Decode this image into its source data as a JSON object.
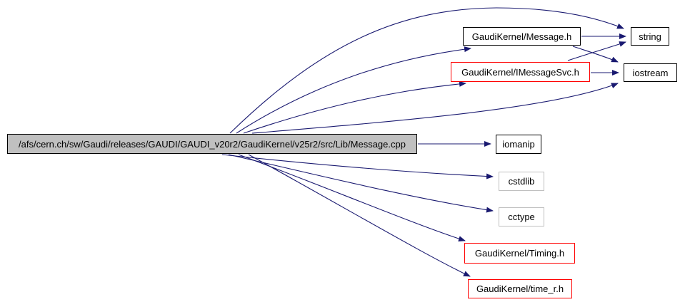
{
  "diagram": {
    "kind": "include-dependency-graph",
    "background_color": "#ffffff",
    "edge_color": "#191970",
    "node_border_default": "#000000",
    "node_border_truncated": "#ff0000",
    "node_border_external": "#c0c0c0",
    "main_node_fill": "#c0c0c0"
  },
  "nodes": {
    "main": {
      "label": "/afs/cern.ch/sw/Gaudi/releases/GAUDI/GAUDI_v20r2/GaudiKernel/v25r2/src/Lib/Message.cpp"
    },
    "message_h": {
      "label": "GaudiKernel/Message.h"
    },
    "imessagesvc_h": {
      "label": "GaudiKernel/IMessageSvc.h"
    },
    "string": {
      "label": "string"
    },
    "iostream": {
      "label": "iostream"
    },
    "iomanip": {
      "label": "iomanip"
    },
    "cstdlib": {
      "label": "cstdlib"
    },
    "cctype": {
      "label": "cctype"
    },
    "timing_h": {
      "label": "GaudiKernel/Timing.h"
    },
    "time_r_h": {
      "label": "GaudiKernel/time_r.h"
    }
  },
  "edges": [
    {
      "from": "/afs/cern.ch/sw/Gaudi/releases/GAUDI/GAUDI_v20r2/GaudiKernel/v25r2/src/Lib/Message.cpp",
      "to": "string"
    },
    {
      "from": "/afs/cern.ch/sw/Gaudi/releases/GAUDI/GAUDI_v20r2/GaudiKernel/v25r2/src/Lib/Message.cpp",
      "to": "GaudiKernel/Message.h"
    },
    {
      "from": "/afs/cern.ch/sw/Gaudi/releases/GAUDI/GAUDI_v20r2/GaudiKernel/v25r2/src/Lib/Message.cpp",
      "to": "GaudiKernel/IMessageSvc.h"
    },
    {
      "from": "/afs/cern.ch/sw/Gaudi/releases/GAUDI/GAUDI_v20r2/GaudiKernel/v25r2/src/Lib/Message.cpp",
      "to": "iostream"
    },
    {
      "from": "/afs/cern.ch/sw/Gaudi/releases/GAUDI/GAUDI_v20r2/GaudiKernel/v25r2/src/Lib/Message.cpp",
      "to": "iomanip"
    },
    {
      "from": "/afs/cern.ch/sw/Gaudi/releases/GAUDI/GAUDI_v20r2/GaudiKernel/v25r2/src/Lib/Message.cpp",
      "to": "cstdlib"
    },
    {
      "from": "/afs/cern.ch/sw/Gaudi/releases/GAUDI/GAUDI_v20r2/GaudiKernel/v25r2/src/Lib/Message.cpp",
      "to": "cctype"
    },
    {
      "from": "/afs/cern.ch/sw/Gaudi/releases/GAUDI/GAUDI_v20r2/GaudiKernel/v25r2/src/Lib/Message.cpp",
      "to": "GaudiKernel/Timing.h"
    },
    {
      "from": "/afs/cern.ch/sw/Gaudi/releases/GAUDI/GAUDI_v20r2/GaudiKernel/v25r2/src/Lib/Message.cpp",
      "to": "GaudiKernel/time_r.h"
    },
    {
      "from": "GaudiKernel/Message.h",
      "to": "string"
    },
    {
      "from": "GaudiKernel/Message.h",
      "to": "iostream"
    },
    {
      "from": "GaudiKernel/IMessageSvc.h",
      "to": "string"
    },
    {
      "from": "GaudiKernel/IMessageSvc.h",
      "to": "iostream"
    }
  ]
}
